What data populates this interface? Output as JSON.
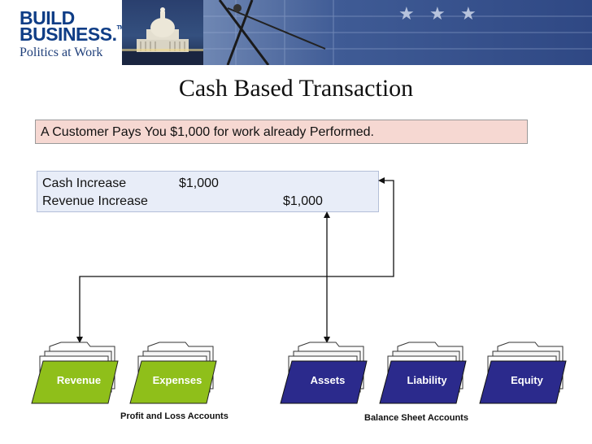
{
  "header": {
    "logo_line1": "BUILD",
    "logo_line2": "BUSINESS.",
    "logo_tm": "TM",
    "logo_tagline": "Politics at Work"
  },
  "title": "Cash Based Transaction",
  "scenario": "A Customer Pays You $1,000 for work already Performed.",
  "transaction": {
    "cash_label": "Cash Increase",
    "cash_value": "$1,000",
    "revenue_label": "Revenue Increase",
    "revenue_value": "$1,000"
  },
  "folders": [
    {
      "label": "Revenue",
      "group": "pl",
      "icon": "folder-icon"
    },
    {
      "label": "Expenses",
      "group": "pl",
      "icon": "folder-icon"
    },
    {
      "label": "Assets",
      "group": "bs",
      "icon": "folder-icon"
    },
    {
      "label": "Liability",
      "group": "bs",
      "icon": "folder-icon"
    },
    {
      "label": "Equity",
      "group": "bs",
      "icon": "folder-icon"
    }
  ],
  "groups": {
    "pl_label": "Profit and Loss Accounts",
    "bs_label": "Balance Sheet Accounts"
  },
  "colors": {
    "pl_folder": "#8fbf1a",
    "bs_folder": "#2b2a8c",
    "scenario_bg": "#f6d8d2",
    "transaction_bg": "#e8edf8",
    "logo_blue": "#0f3d86"
  }
}
